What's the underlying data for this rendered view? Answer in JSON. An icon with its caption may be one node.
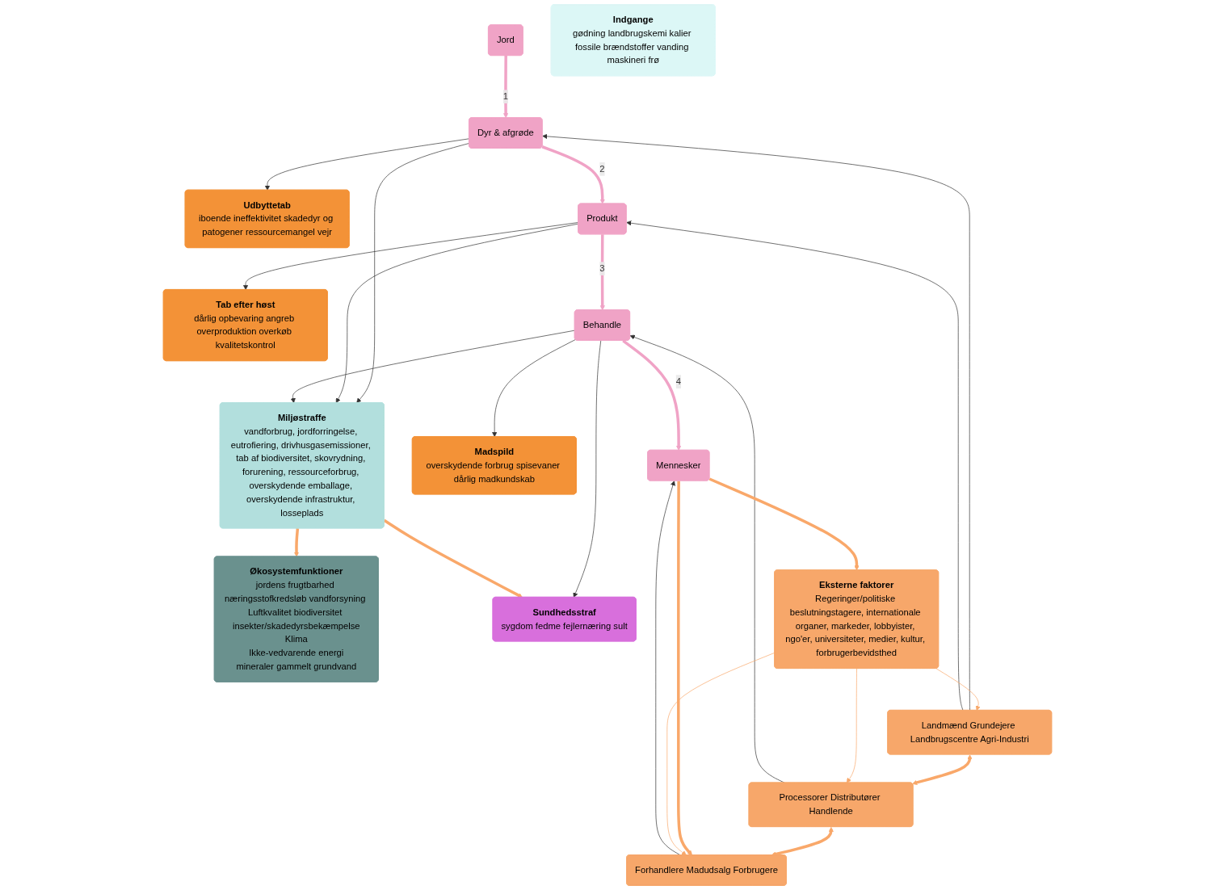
{
  "diagram": {
    "nodes": [
      {
        "text": [
          "Økosystemfunktioner",
          "jordens frugtbarhed næringsstofkredsløb vandforsyning Luftkvalitet biodiversitet insekter/skadedyrsbekæmpelse",
          "Klima",
          "Ikke-vedvarende energi",
          "mineraler gammelt grundvand"
        ]
      },
      {
        "text": [
          "Miljøstraffe",
          "vandforbrug, jordforringelse, eutrofiering, drivhusgasemissioner, tab af biodiversitet, skovrydning, forurening, ressourceforbrug, overskydende emballage, overskydende infrastruktur, losseplads"
        ]
      },
      {
        "text": [
          "Sundhedsstraf",
          "sygdom fedme fejlernæring sult"
        ]
      },
      {
        "text": [
          "Udbyttetab",
          "iboende ineffektivitet skadedyr og patogener ressourcemangel vejr"
        ]
      },
      {
        "text": [
          "Tab efter høst",
          "dårlig opbevaring angreb overproduktion overkøb kvalitetskontrol"
        ]
      },
      {
        "text": [
          "Madspild",
          "overskydende forbrug spisevaner dårlig madkundskab"
        ]
      },
      {
        "text": [
          "Jord"
        ]
      },
      {
        "text": [
          "Dyr & afgrøde"
        ]
      },
      {
        "text": [
          "Produkt"
        ]
      },
      {
        "text": [
          "Behandle"
        ]
      },
      {
        "text": [
          "Mennesker"
        ]
      },
      {
        "text": [
          "Indgange",
          "gødning landbrugskemi kalier fossile brændstoffer vanding maskineri frø"
        ]
      },
      {
        "text": [
          "Landmænd Grundejere Landbrugscentre Agri-Industri"
        ]
      },
      {
        "text": [
          "Processorer Distributører Handlende"
        ]
      },
      {
        "text": [
          "Forhandlere Madudsalg Forbrugere"
        ]
      },
      {
        "text": [
          "Eksterne faktorer",
          "Regeringer/politiske beslutningstagere, internationale organer, markeder, lobbyister, ngo'er, universiteter, medier, kultur, forbrugerbevidsthed"
        ]
      }
    ],
    "edges": [
      {
        "from": 6,
        "to": 7,
        "arrow": "to",
        "label": "1",
        "style": "thick",
        "color": "#f0a3c6"
      },
      {
        "from": 7,
        "to": 8,
        "arrow": "to",
        "label": "2",
        "style": "thick",
        "color": "#f0a3c6"
      },
      {
        "from": 8,
        "to": 9,
        "arrow": "to",
        "label": "3",
        "style": "thick",
        "color": "#f0a3c6"
      },
      {
        "from": 9,
        "to": 10,
        "arrow": "to",
        "label": "4",
        "style": "thick",
        "color": "#f0a3c6"
      },
      {
        "from": 7,
        "to": 3,
        "arrow": "to"
      },
      {
        "from": 7,
        "to": 1,
        "arrow": "to"
      },
      {
        "from": 8,
        "to": 4,
        "arrow": "to"
      },
      {
        "from": 8,
        "to": 1,
        "arrow": "to"
      },
      {
        "from": 9,
        "to": 5,
        "arrow": "to"
      },
      {
        "from": 9,
        "to": 1,
        "arrow": "to"
      },
      {
        "from": 9,
        "to": 2,
        "arrow": "to"
      },
      {
        "from": 12,
        "to": 7,
        "arrow": "to"
      },
      {
        "from": 12,
        "to": 8,
        "arrow": "to"
      },
      {
        "from": 13,
        "to": 9,
        "arrow": "to"
      },
      {
        "from": 14,
        "to": 10,
        "arrow": "to"
      },
      {
        "from": 12,
        "to": 13,
        "arrow": "both",
        "style": "thick",
        "color": "#f9a86a"
      },
      {
        "from": 13,
        "to": 14,
        "arrow": "both",
        "style": "thick",
        "color": "#f9a86a"
      },
      {
        "from": 10,
        "to": 14,
        "arrow": "to",
        "style": "thick",
        "color": "#f9a86a"
      },
      {
        "from": 10,
        "to": 15,
        "arrow": "to",
        "style": "thick",
        "color": "#f9a86a"
      },
      {
        "from": 15,
        "to": 12,
        "arrow": "to",
        "color": "#f9a86a"
      },
      {
        "from": 15,
        "to": 13,
        "arrow": "to",
        "color": "#f9a86a"
      },
      {
        "from": 15,
        "to": 14,
        "arrow": "to",
        "color": "#f9a86a"
      },
      {
        "from": 1,
        "to": 0,
        "arrow": "to",
        "style": "thick",
        "color": "#f9a86a"
      },
      {
        "from": 1,
        "to": 2,
        "arrow": "to",
        "style": "thick",
        "color": "#f9a86a"
      }
    ]
  }
}
